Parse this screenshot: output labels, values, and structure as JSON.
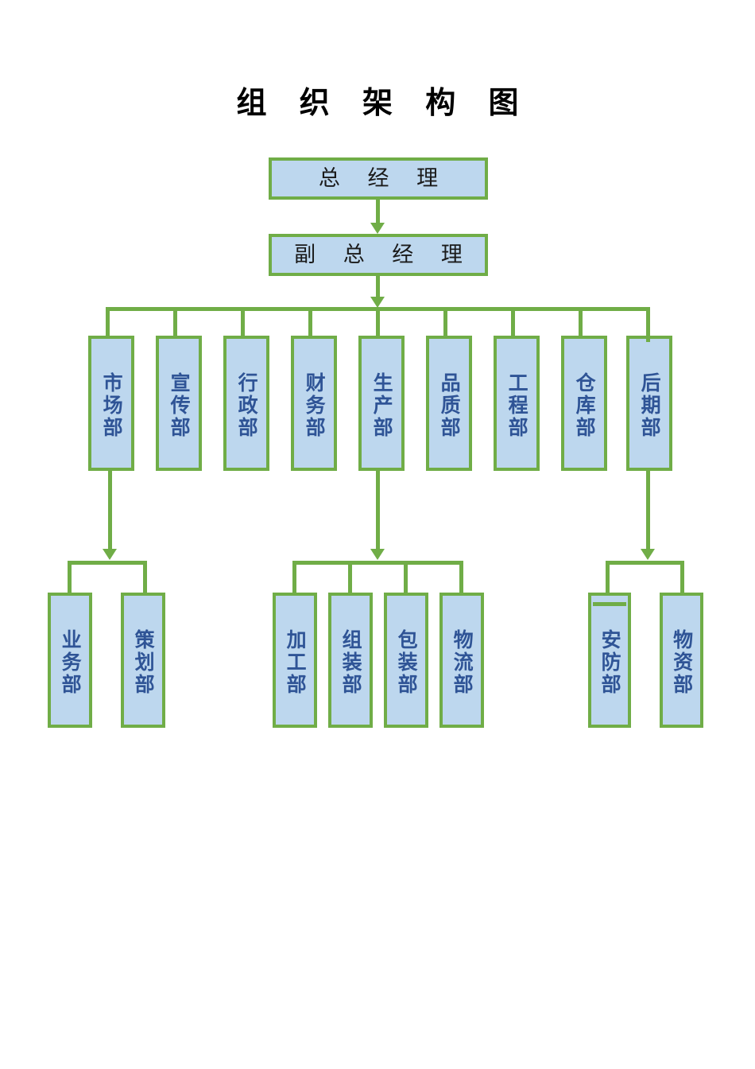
{
  "page": {
    "title": "组 织 架 构 图",
    "background_color": "#ffffff"
  },
  "theme": {
    "box_fill": "#bdd7ee",
    "box_border": "#70ad47",
    "connector_color": "#70ad47",
    "top_label_color": "#1a1a1a",
    "dept_label_color": "#2f5496"
  },
  "nodes": {
    "gm": {
      "label": "总 经 理",
      "orientation": "horizontal"
    },
    "deputy_gm": {
      "label": "副 总 经 理",
      "orientation": "horizontal"
    },
    "departments": [
      {
        "id": "marketing",
        "label": "市场部",
        "orientation": "vertical"
      },
      {
        "id": "publicity",
        "label": "宣传部",
        "orientation": "vertical"
      },
      {
        "id": "admin",
        "label": "行政部",
        "orientation": "vertical"
      },
      {
        "id": "finance",
        "label": "财务部",
        "orientation": "vertical"
      },
      {
        "id": "production",
        "label": "生产部",
        "orientation": "vertical"
      },
      {
        "id": "quality",
        "label": "品质部",
        "orientation": "vertical"
      },
      {
        "id": "engineering",
        "label": "工程部",
        "orientation": "vertical"
      },
      {
        "id": "warehouse",
        "label": "仓库部",
        "orientation": "vertical"
      },
      {
        "id": "poststage",
        "label": "后期部",
        "orientation": "vertical"
      }
    ],
    "marketing_children": [
      {
        "id": "business",
        "label": "业务部",
        "orientation": "vertical"
      },
      {
        "id": "planning",
        "label": "策划部",
        "orientation": "vertical"
      }
    ],
    "production_children": [
      {
        "id": "processing",
        "label": "加工部",
        "orientation": "vertical"
      },
      {
        "id": "assembly",
        "label": "组装部",
        "orientation": "vertical"
      },
      {
        "id": "packaging",
        "label": "包装部",
        "orientation": "vertical"
      },
      {
        "id": "logistics",
        "label": "物流部",
        "orientation": "vertical"
      }
    ],
    "poststage_children": [
      {
        "id": "security",
        "label": "安防部",
        "orientation": "vertical"
      },
      {
        "id": "materials",
        "label": "物资部",
        "orientation": "vertical"
      }
    ]
  }
}
